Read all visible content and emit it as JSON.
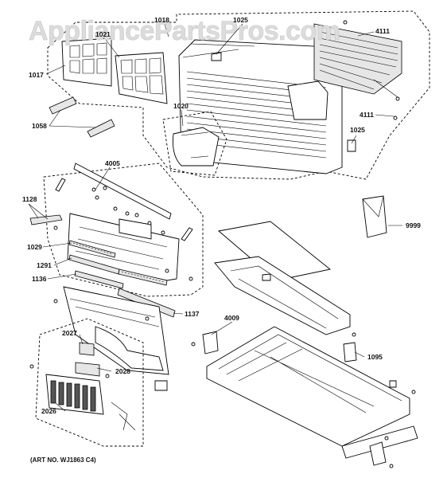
{
  "watermark": "AppliancePartsPros.com",
  "art_number": "(ART NO. WJ1863 C4)",
  "callouts": {
    "c1017": "1017",
    "c1018": "1018",
    "c1021": "1021",
    "c1025a": "1025",
    "c1025b": "1025",
    "c4111a": "4111",
    "c4111b": "4111",
    "c1058": "1058",
    "c1020": "1020",
    "c4005": "4005",
    "c1128": "1128",
    "c1029": "1029",
    "c1291": "1291",
    "c1136": "1136",
    "c1137": "1137",
    "c2027": "2027",
    "c2028": "2028",
    "c2026": "2026",
    "c4009": "4009",
    "c1095": "1095",
    "c9999": "9999"
  }
}
